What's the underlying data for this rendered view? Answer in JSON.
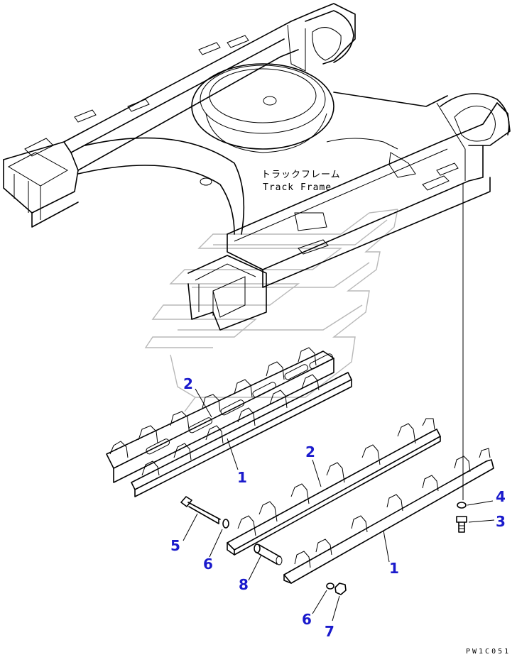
{
  "frame_label": {
    "jp": "トラックフレーム",
    "en": "Track Frame"
  },
  "callouts": {
    "c1_upper": "1",
    "c2_upper": "2",
    "c2_lower": "2",
    "c1_lower": "1",
    "c4": "4",
    "c3": "3",
    "c5": "5",
    "c6_upper": "6",
    "c8": "8",
    "c6_lower": "6",
    "c7": "7"
  },
  "drawing_code": "PW1C051",
  "colors": {
    "callout": "#1a1acc",
    "line": "#000000",
    "watermark": "#b8b8b8"
  }
}
